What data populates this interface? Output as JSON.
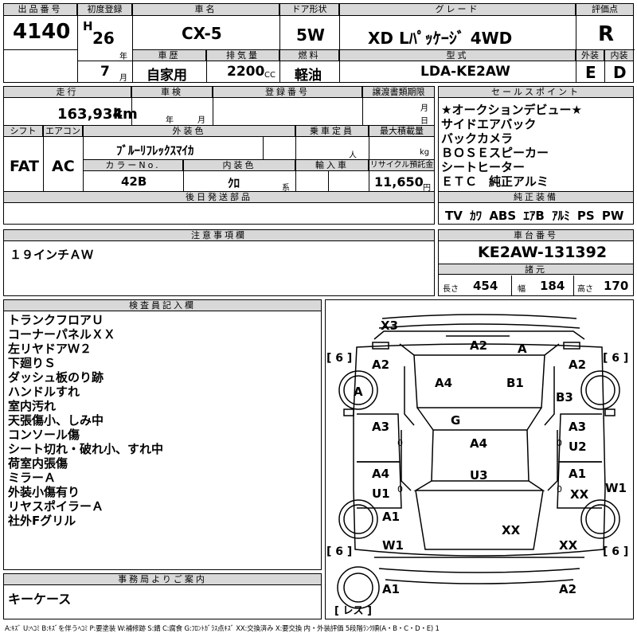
{
  "header": {
    "lot_label": "出品番号",
    "lot": "4140",
    "first_reg_label": "初度登録",
    "era": "H",
    "year": "26",
    "year_unit": "年",
    "month": "7",
    "month_unit": "月",
    "car_name_label": "車名",
    "car_name": "CX-5",
    "history_label": "車歴",
    "history": "自家用",
    "displacement_label": "排気量",
    "displacement": "2200",
    "cc": "CC",
    "door_label": "ドア形状",
    "door": "5W",
    "fuel_label": "燃料",
    "fuel": "軽油",
    "grade_label": "グレード",
    "grade": "XD Lﾊﾟｯｹｰｼﾞ 4WD",
    "model_label": "型式",
    "model": "LDA-KE2AW",
    "score_label": "評価点",
    "score": "R",
    "ext_label": "外装",
    "ext": "E",
    "int_label": "内装",
    "int": "D"
  },
  "row2": {
    "mileage_label": "走行",
    "mileage": "163,934",
    "km": "km",
    "inspection_label": "車検",
    "year_unit": "年",
    "month_unit": "月",
    "regno_label": "登録番号",
    "transfer_label": "譲渡書類期限",
    "t_month": "月",
    "t_day": "日",
    "shift_label": "シフト",
    "shift": "FAT",
    "ac_label": "エアコン",
    "ac": "AC",
    "color_label": "外装色",
    "color": "ﾌﾞﾙｰﾘﾌﾚｯｸｽﾏｲｶ",
    "capacity_label": "乗車定員",
    "capacity_unit": "人",
    "load_label": "最大積載量",
    "load_unit": "kg",
    "color_no_label": "カラーNo.",
    "color_no": "42B",
    "interior_label": "内装色",
    "interior": "ｸﾛ",
    "interior_unit": "系",
    "import_label": "輸入車",
    "recycle_label": "リサイクル預託金",
    "recycle": "11,650",
    "yen": "円",
    "later_label": "後日発送部品"
  },
  "sales": {
    "label": "セールスポイント",
    "items": [
      "★オークションデビュー★",
      "サイドエアバック",
      "バックカメラ",
      "ＢＯＳＥスピーカー",
      "シートヒーター",
      "ＥＴＣ　純正アルミ"
    ]
  },
  "equip": {
    "label": "純正装備",
    "items": [
      "TV",
      "ｶﾜ",
      "ABS",
      "ｴｱB",
      "ｱﾙﾐ",
      "PS",
      "PW"
    ]
  },
  "notes": {
    "label": "注意事項欄",
    "text": "１９インチＡＷ"
  },
  "chassis": {
    "label": "車台番号",
    "number": "KE2AW-131392",
    "spec_label": "諸元",
    "length_label": "長さ",
    "length": "454",
    "width_label": "幅",
    "width": "184",
    "height_label": "高さ",
    "height": "170"
  },
  "inspector": {
    "label": "検査員記入欄",
    "items": [
      "トランクフロアＵ",
      "コーナーパネルＸＸ",
      "左リヤドアＷ２",
      "下廻りＳ",
      "ダッシュ板のり跡",
      "ハンドルすれ",
      "室内汚れ",
      "天張傷小、しみ中",
      "コンソール傷",
      "シート切れ・破れ小、すれ中",
      "荷室内張傷",
      "ミラーＡ",
      "外装小傷有り",
      "リヤスポイラーＡ",
      "社外Fグリル"
    ]
  },
  "office": {
    "label": "事務局よりご案内",
    "text": "キーケース"
  },
  "diagram": {
    "tire": "[ 6 ]",
    "tire_text": "6",
    "spare": "[ レス ]",
    "marks": {
      "x3": "X3",
      "a2_roof": "A2",
      "a_roof": "A",
      "a2_fl": "A2",
      "a2_fr": "A2",
      "a_wheel": "A",
      "a4_hood": "A4",
      "b1": "B1",
      "b3": "B3",
      "g": "G",
      "a3_l": "A3",
      "a3_r": "A3",
      "u2": "U2",
      "a4_roof": "A4",
      "a4_l": "A4",
      "u1": "U1",
      "u3": "U3",
      "a1_r": "A1",
      "xx_r": "XX",
      "w1_r": "W1",
      "a1_l": "A1",
      "xx_trunk": "XX",
      "w1_l": "W1",
      "xx_rr": "XX",
      "a1_bl": "A1",
      "a2_br": "A2",
      "zero": "0"
    }
  },
  "legend": "A:ｷｽﾞ U:ﾍｺﾐ B:ｷｽﾞを伴うﾍｺﾐ P:要塗装 W:補修跡 S:錆 C:腐食 G:ﾌﾛﾝﾄｶﾞﾗｽ点ｷｽﾞ XX:交換済み X:要交換 内・外装評価 5段階ﾗﾝｸ順(A・B・C・D・E) 1"
}
